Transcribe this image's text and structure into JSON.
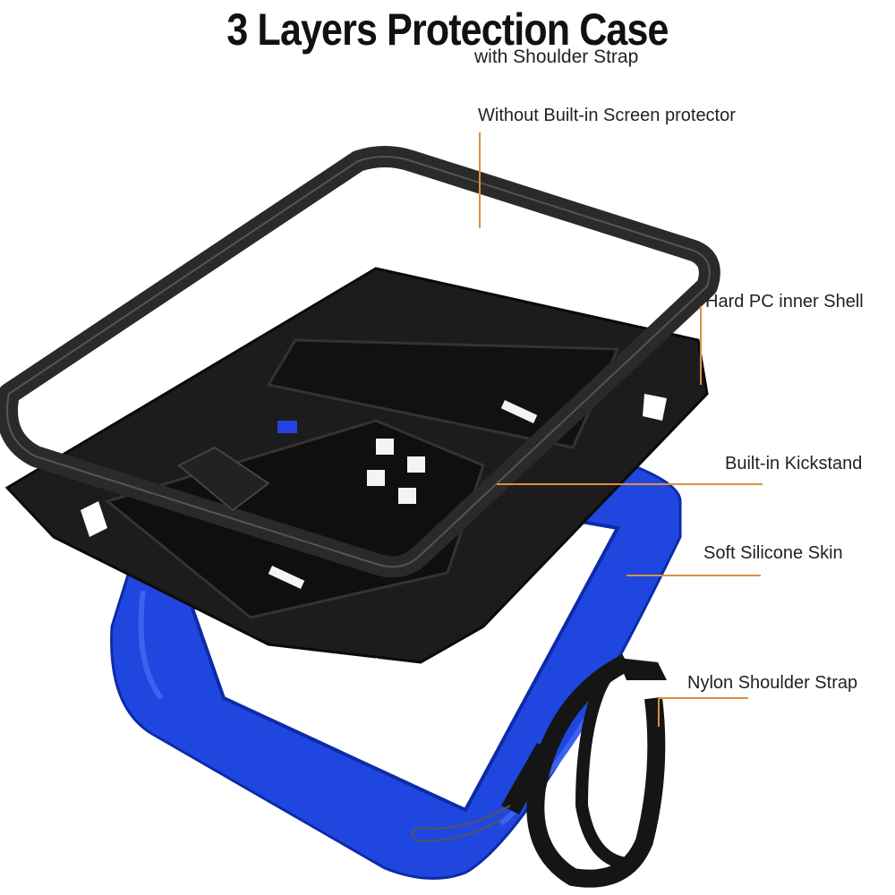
{
  "header": {
    "title": "3 Layers Protection Case",
    "subtitle": "with Shoulder Strap"
  },
  "callouts": [
    {
      "label": "Without Built-in Screen protector"
    },
    {
      "label": "Hard PC inner Shell"
    },
    {
      "label": "Built-in Kickstand"
    },
    {
      "label": "Soft Silicone Skin"
    },
    {
      "label": "Nylon Shoulder Strap"
    }
  ],
  "colors": {
    "frame": "#2a2a2a",
    "shell": "#1c1c1c",
    "silicone": "#1f47e0",
    "leader": "#d8923e",
    "strap": "#151515"
  }
}
